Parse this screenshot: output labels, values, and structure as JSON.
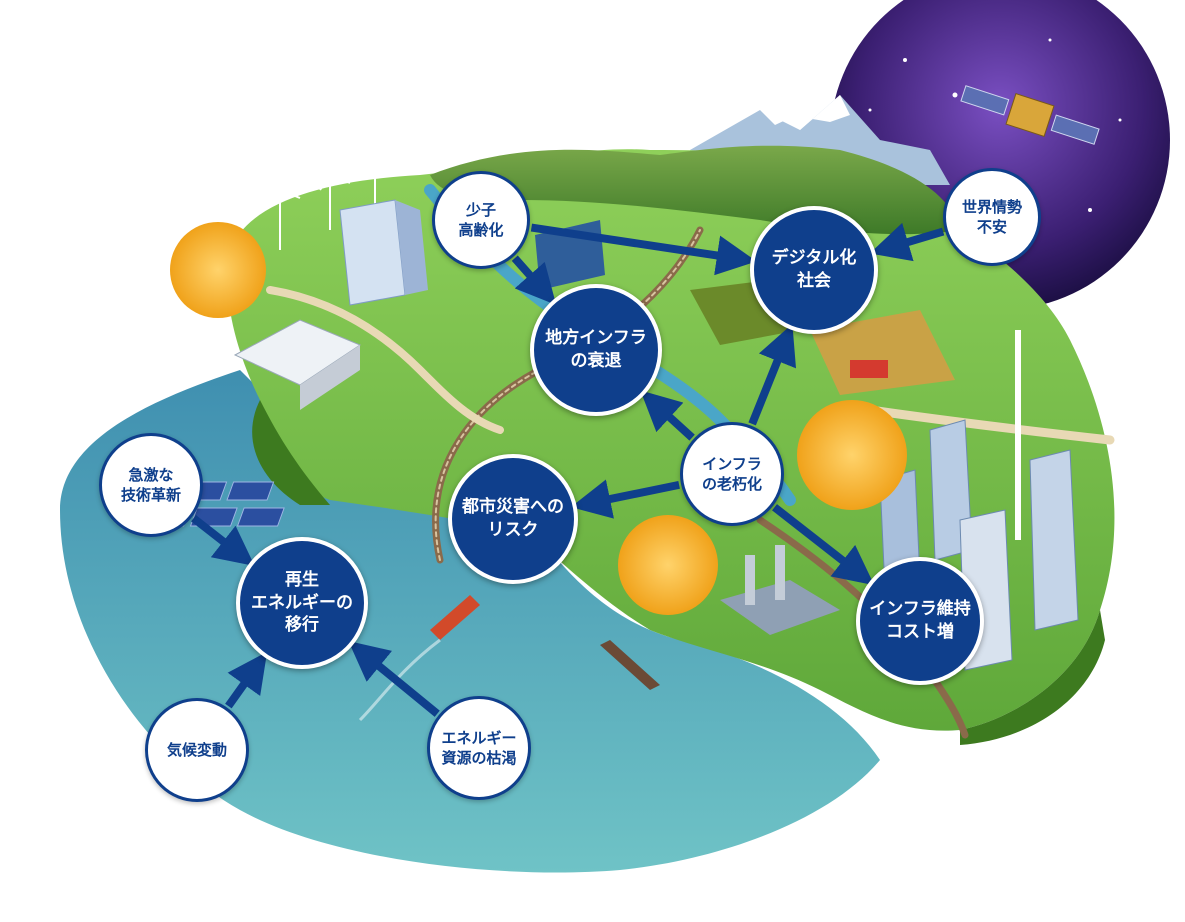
{
  "nodes": {
    "shoushi": "少子\n高齢化",
    "digital": "デジタル化\n社会",
    "sekai": "世界情勢\n不安",
    "chihou": "地方インフラ\nの衰退",
    "roukyu": "インフラ\nの老朽化",
    "toshi": "都市災害への\nリスク",
    "ijicost": "インフラ維持\nコスト増",
    "saisei": "再生\nエネルギーの\n移行",
    "kyugeki": "急激な\n技術革新",
    "kikou": "気候変動",
    "energy": "エネルギー\n資源の枯渇"
  },
  "colors": {
    "primary_navy": "#0f3f8c",
    "sea": "#4aa6b8",
    "land": "#7cc24a",
    "land_edge": "#3d7a1f",
    "accent_orange": "#f3a51c",
    "space": "#3b1f72"
  },
  "relations": [
    [
      "shoushi",
      "digital"
    ],
    [
      "shoushi",
      "chihou"
    ],
    [
      "sekai",
      "digital"
    ],
    [
      "roukyu",
      "digital"
    ],
    [
      "roukyu",
      "chihou"
    ],
    [
      "roukyu",
      "toshi"
    ],
    [
      "roukyu",
      "ijicost"
    ],
    [
      "kyugeki",
      "saisei"
    ],
    [
      "kikou",
      "saisei"
    ],
    [
      "energy",
      "saisei"
    ]
  ]
}
